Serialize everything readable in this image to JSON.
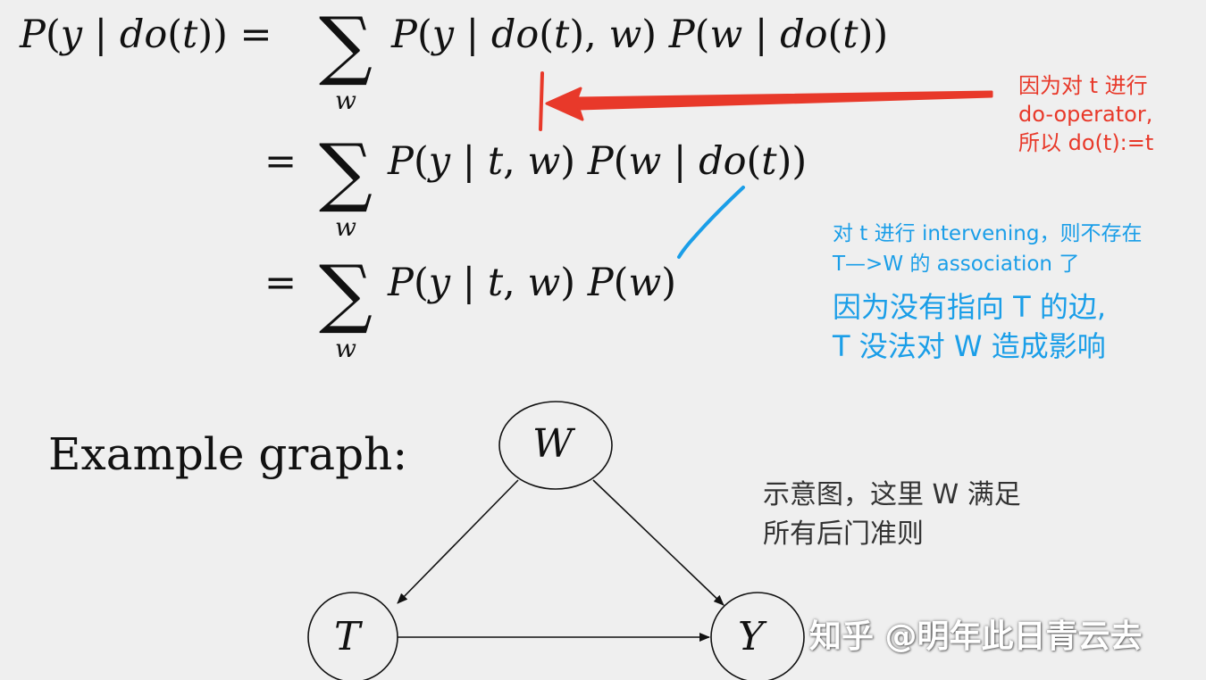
{
  "equation": {
    "lhs": {
      "p": "P",
      "open": "(",
      "y": "y",
      "bar": " | ",
      "do": "do",
      "open2": "(",
      "t": "t",
      "close2": "))",
      "eq": " = "
    },
    "line1": {
      "sum": "∑",
      "sub": "w",
      "p1": "P",
      "o1": "(",
      "y": "y",
      "bar1": " | ",
      "do1": "do",
      "o2": "(",
      "t1": "t",
      "c2": "), ",
      "w1": "w",
      "c1": ")",
      "p2": " P",
      "o3": "(",
      "w2": "w",
      "bar2": " | ",
      "do2": "do",
      "o4": "(",
      "t2": "t",
      "c4": "))"
    },
    "line2": {
      "eq": "=",
      "sum": "∑",
      "sub": "w",
      "p1": "P",
      "o1": "(",
      "y": "y",
      "bar1": " | ",
      "t1": "t",
      "comma": ", ",
      "w1": "w",
      "c1": ")",
      "p2": " P",
      "o3": "(",
      "w2": "w",
      "bar2": " | ",
      "do2": "do",
      "o4": "(",
      "t2": "t",
      "c4": "))"
    },
    "line3": {
      "eq": "=",
      "sum": "∑",
      "sub": "w",
      "p1": "P",
      "o1": "(",
      "y": "y",
      "bar1": " | ",
      "t1": "t",
      "comma": ", ",
      "w1": "w",
      "c1": ")",
      "p2": " P",
      "o3": "(",
      "w2": "w",
      "c3": ")"
    }
  },
  "annotations": {
    "red": [
      "因为对 t 进行",
      "do-operator,",
      "所以 do(t):=t"
    ],
    "blue_small": [
      "对 t 进行 intervening，则不存在",
      "T—>W 的 association 了"
    ],
    "blue_big": [
      "因为没有指向 T 的边,",
      "T 没法对 W 造成影响"
    ],
    "gray": [
      "示意图，这里 W 满足",
      "所有后门准则"
    ]
  },
  "graph": {
    "label": "Example graph:",
    "nodes": {
      "w": "W",
      "t": "T",
      "y": "Y"
    }
  },
  "colors": {
    "red": "#e8392a",
    "blue": "#1a9ee8",
    "background": "#efefef",
    "ink": "#111111"
  },
  "watermark": "知乎 @明年此日青云去"
}
